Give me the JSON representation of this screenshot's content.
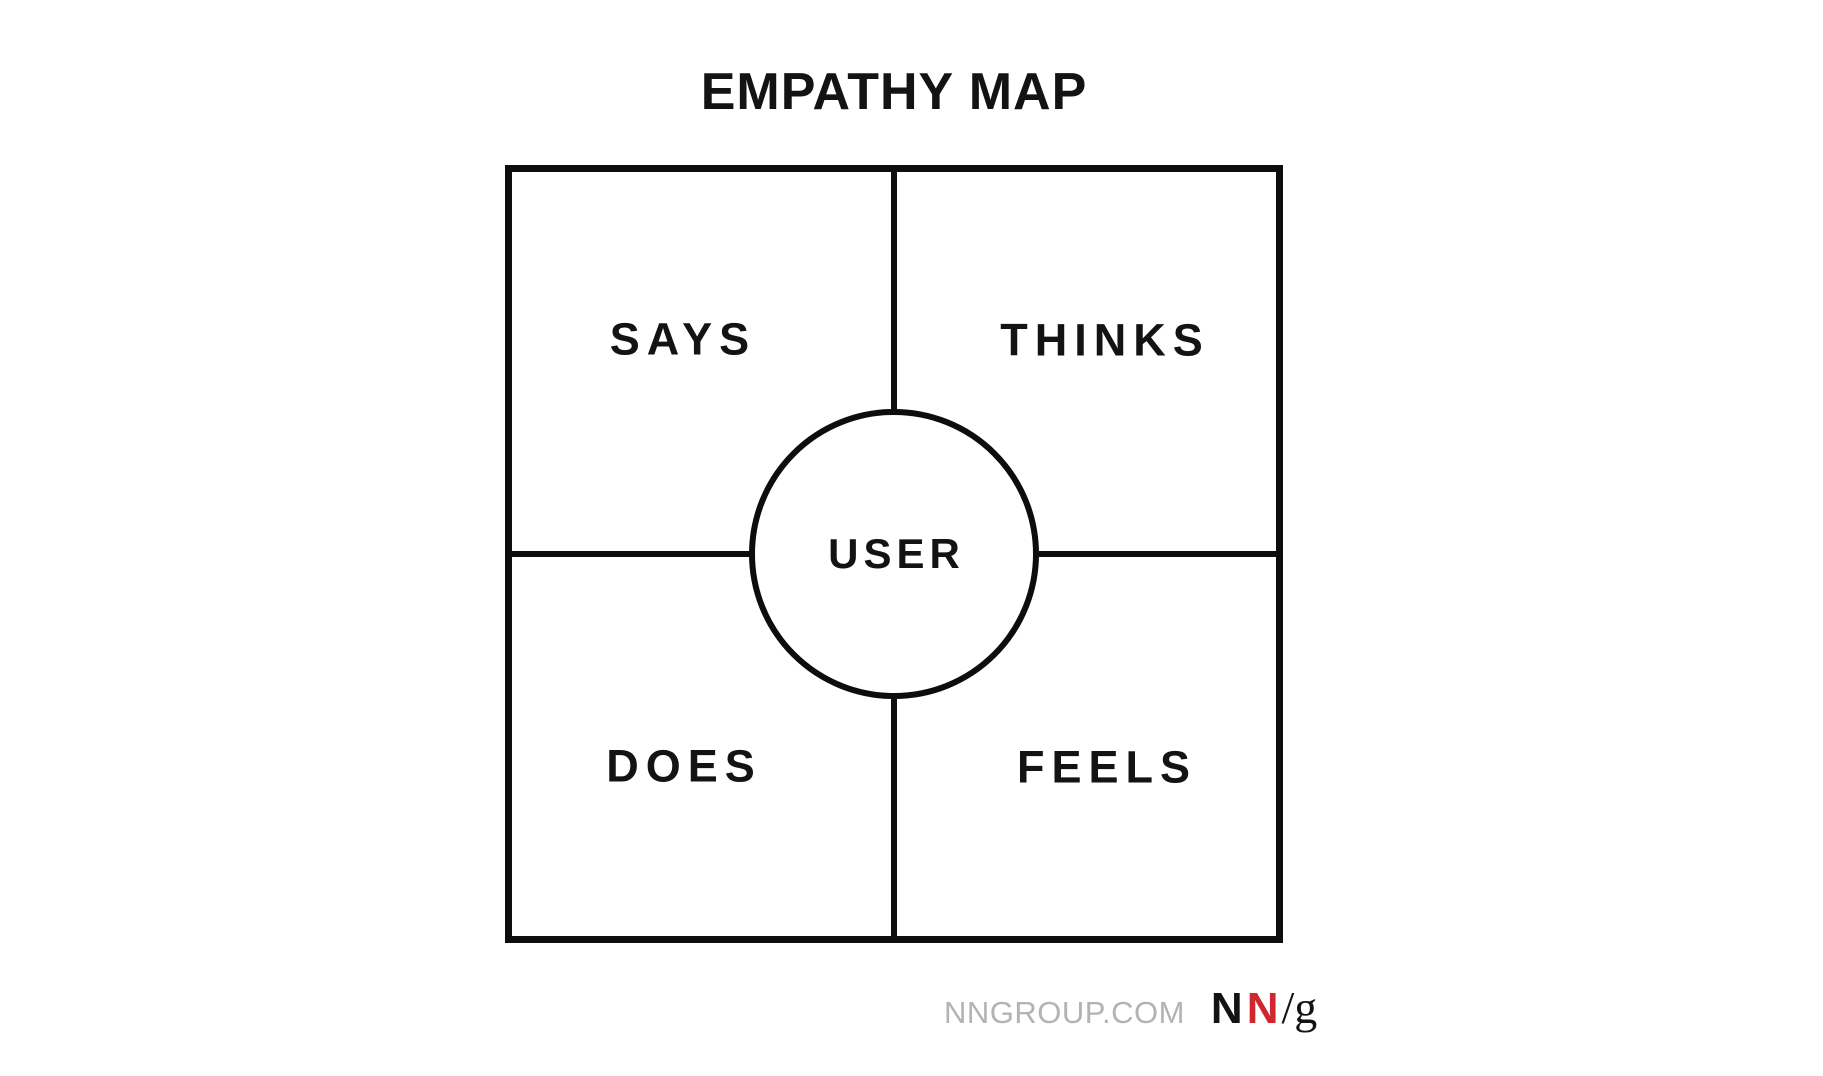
{
  "title": "EMPATHY MAP",
  "quadrants": [
    {
      "id": "says",
      "label": "SAYS"
    },
    {
      "id": "thinks",
      "label": "THINKS"
    },
    {
      "id": "does",
      "label": "DOES"
    },
    {
      "id": "feels",
      "label": "FEELS"
    }
  ],
  "center": {
    "label": "USER"
  },
  "footer": {
    "website": "NNGROUP.COM",
    "logo": {
      "n1": "N",
      "n2": "N",
      "slash_g": "/g"
    }
  },
  "colors": {
    "ink": "#131313",
    "line": "#0d0d0d",
    "gray": "#b1b3b5",
    "red": "#d0262d",
    "background": "#ffffff"
  }
}
